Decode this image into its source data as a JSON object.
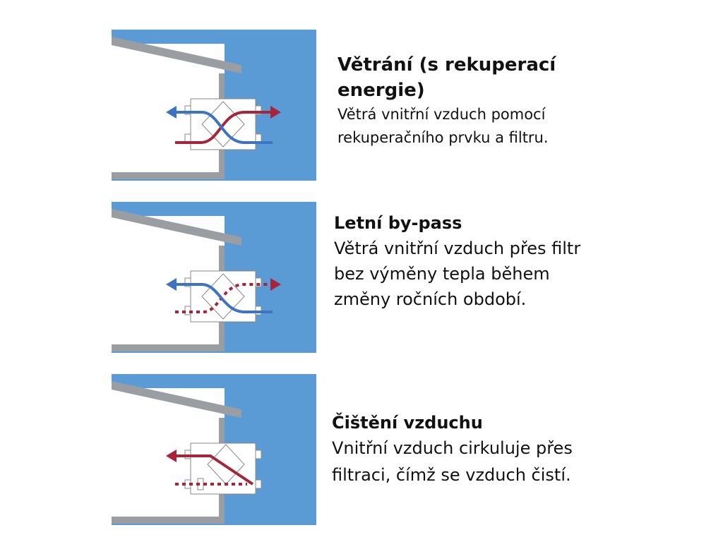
{
  "modes": [
    {
      "title": "Větrání (s rekuperací energie)",
      "description": "Větrá vnitřní vzduch pomocí rekuperačního prvku a filtru.",
      "diagram_icon": "ventilation-heat-recovery-icon"
    },
    {
      "title": "Letní by-pass",
      "description": "Větrá vnitřní vzduch přes filtr bez výměny tepla během změny ročních období.",
      "diagram_icon": "summer-bypass-icon"
    },
    {
      "title": "Čištění vzduchu",
      "description": "Vnitřní vzduch cirkuluje přes filtraci, čímž se vzduch čistí.",
      "diagram_icon": "air-purification-icon"
    }
  ],
  "colors": {
    "outside": "#5b9bd5",
    "wall": "#9a9ea3",
    "unit_border": "#888888",
    "cold_air": "#3d73c2",
    "warm_air": "#a8243a",
    "text": "#111111"
  }
}
